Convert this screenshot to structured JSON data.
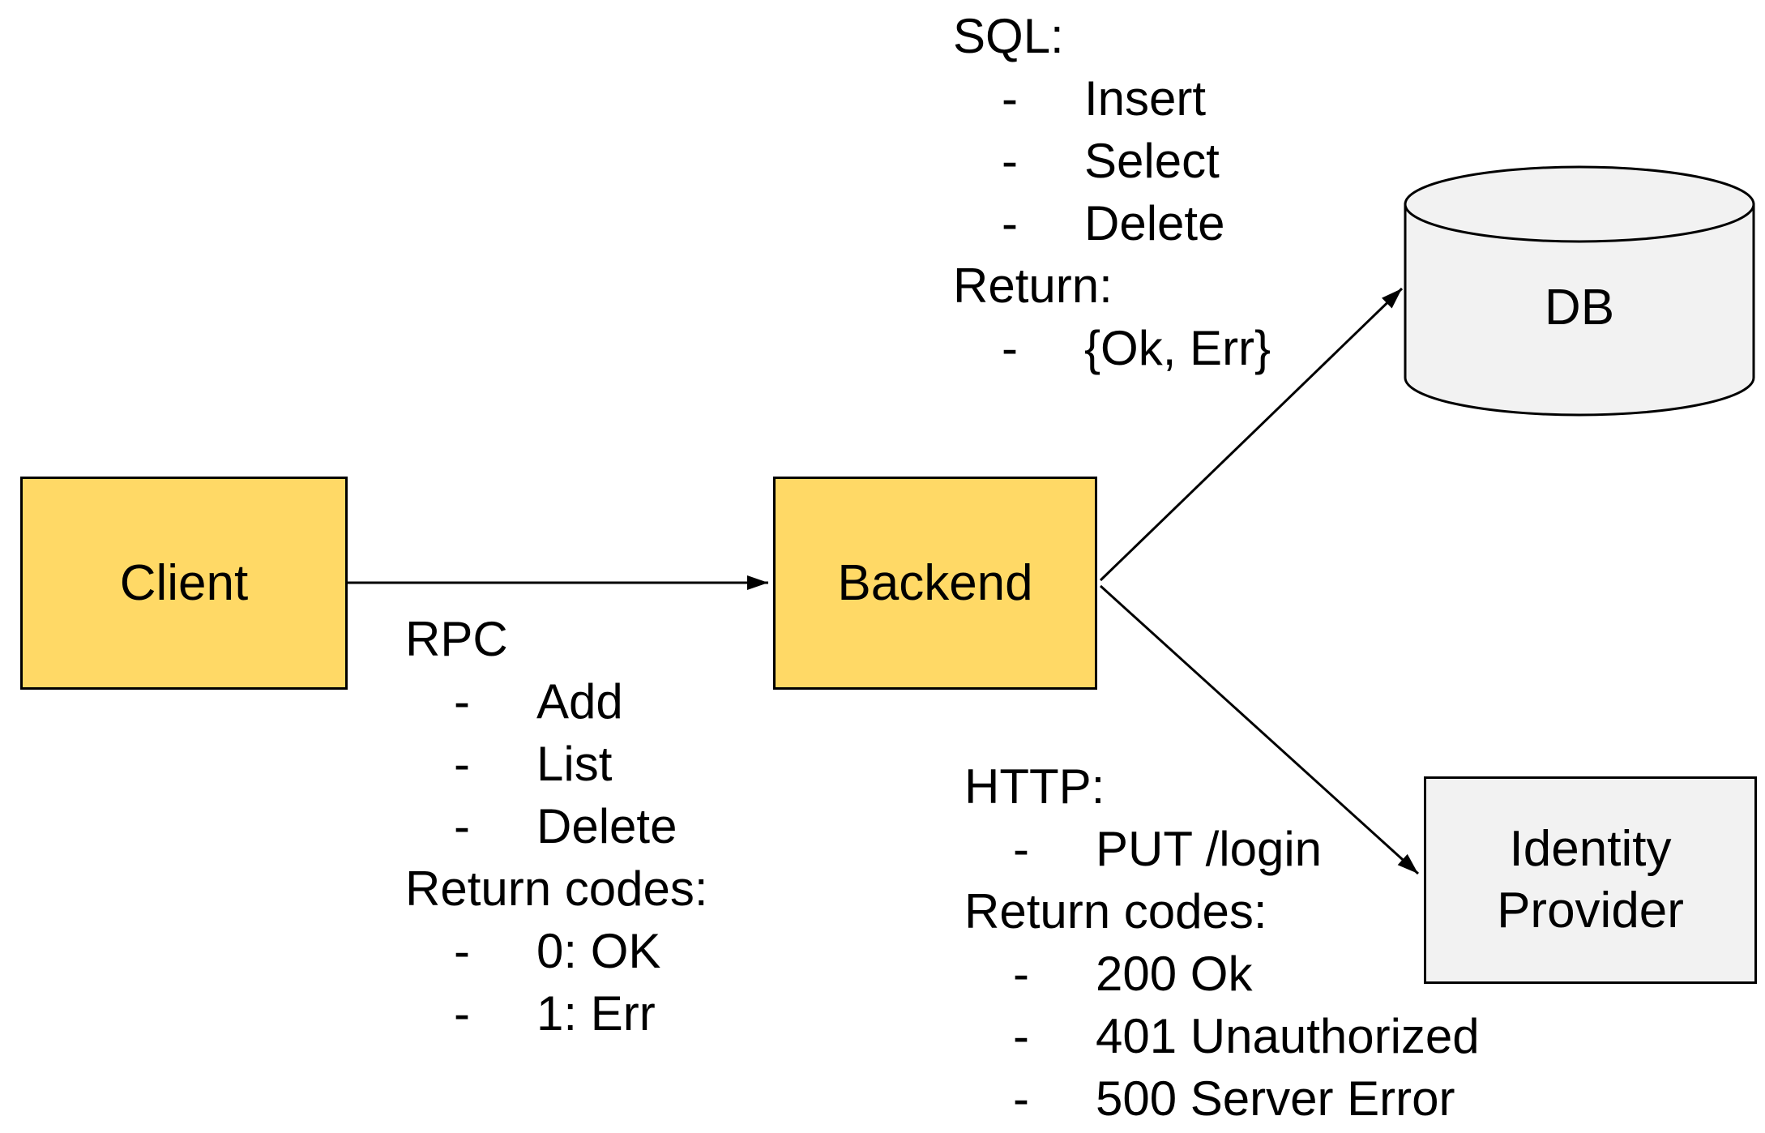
{
  "nodes": {
    "client": {
      "label": "Client"
    },
    "backend": {
      "label": "Backend"
    },
    "db": {
      "label": "DB"
    },
    "identity_provider": {
      "label": "Identity Provider"
    }
  },
  "bullet": "-",
  "annotations": {
    "rpc": {
      "title": "RPC",
      "items": [
        "Add",
        "List",
        "Delete"
      ],
      "return_title": "Return codes:",
      "return_items": [
        "0: OK",
        "1: Err"
      ]
    },
    "sql": {
      "title": "SQL:",
      "items": [
        "Insert",
        "Select",
        "Delete"
      ],
      "return_title": "Return:",
      "return_items": [
        "{Ok, Err}"
      ]
    },
    "http": {
      "title": "HTTP:",
      "items": [
        "PUT /login"
      ],
      "return_title": "Return codes:",
      "return_items": [
        "200 Ok",
        "401 Unauthorized",
        "500 Server Error"
      ]
    }
  },
  "colors": {
    "node_yellow_fill": "#FFD966",
    "node_gray_fill": "#F2F2F2",
    "stroke": "#000000",
    "text": "#000000",
    "background": "#FFFFFF"
  }
}
